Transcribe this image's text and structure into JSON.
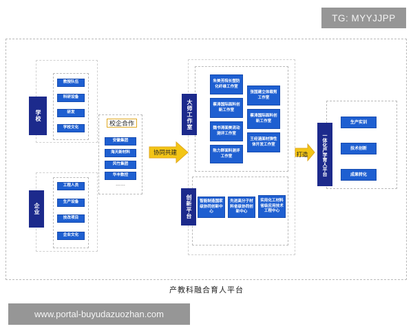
{
  "watermark_top": "TG: MYYJJPP",
  "watermark_bottom": "www.portal-buyudazuozhan.com",
  "caption": "产教科融合育人平台",
  "colors": {
    "navy": "#1c2a8c",
    "blue": "#1e5fd1",
    "yellow": "#f3c515",
    "orange_border": "#e0a820"
  },
  "school": {
    "label": "学校",
    "items": [
      "教授队伍",
      "科研设备",
      "研发",
      "学校文化"
    ]
  },
  "enterprise": {
    "label": "企业",
    "items": [
      "工程人员",
      "生产设备",
      "技改项目",
      "企业文化"
    ]
  },
  "cooperation": {
    "label": "校企合作",
    "items": [
      "安徽集团",
      "海天新材料",
      "风竹集团",
      "华丰数控"
    ],
    "more": "……"
  },
  "arrow1": "协同共建",
  "masters": {
    "label": "大师工作室",
    "left_items": [
      "朱美芳院长塑防化纤维工作室",
      "蔡涛国际面料创新工作室",
      "魏书涛面美流动测评工作室",
      "陈力群面料测评工作室"
    ],
    "right_items": [
      "张国建立体裁剪工作室",
      "蔡涛国际面料创新工作室",
      "王经涵面材弹性体开发工作室"
    ]
  },
  "innovation": {
    "label": "创新平台",
    "items": [
      "智能制造国家级协同创新中心",
      "先进高分子材料省级协同创新中心",
      "实用化工材料省级应用技术工程中心"
    ]
  },
  "arrow2": "打造",
  "integration": {
    "label": "一体化产学育人平台",
    "items": [
      "生产实训",
      "技术创新",
      "成果转化"
    ]
  }
}
